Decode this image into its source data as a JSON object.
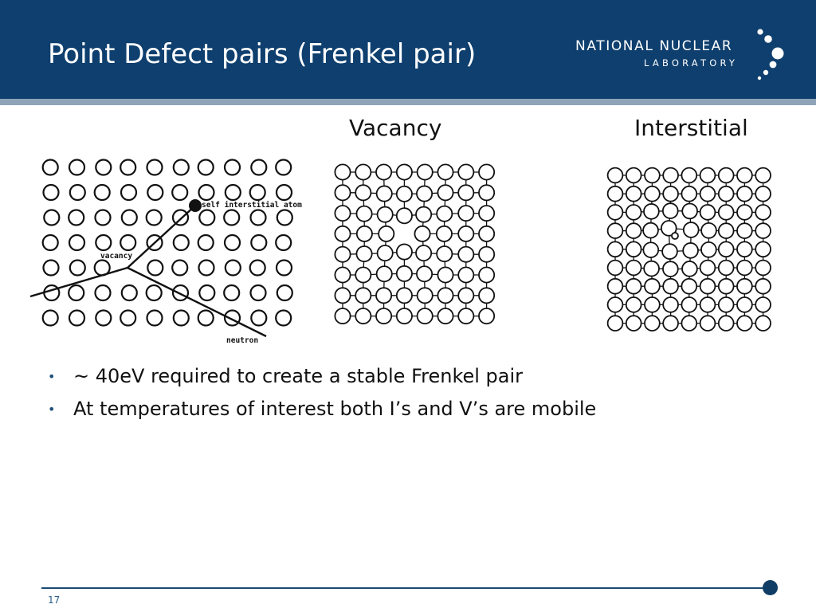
{
  "slide": {
    "title": "Point Defect pairs (Frenkel pair)",
    "page_number": "17",
    "colors": {
      "header": "#0e3f6e",
      "stripe": "#8fa3b8",
      "accent": "#1a4a72"
    }
  },
  "logo": {
    "line1": "NATIONAL NUCLEAR",
    "line2": "LABORATORY"
  },
  "diagram_labels": {
    "vacancy": "Vacancy",
    "interstitial": "Interstitial",
    "self_interstitial_atom": "self interstitial atom",
    "cascade_vacancy": "vacancy",
    "neutron": "neutron"
  },
  "bullets": [
    "~ 40eV required to create a stable Frenkel pair",
    "At temperatures of interest both I’s and V’s are mobile"
  ]
}
